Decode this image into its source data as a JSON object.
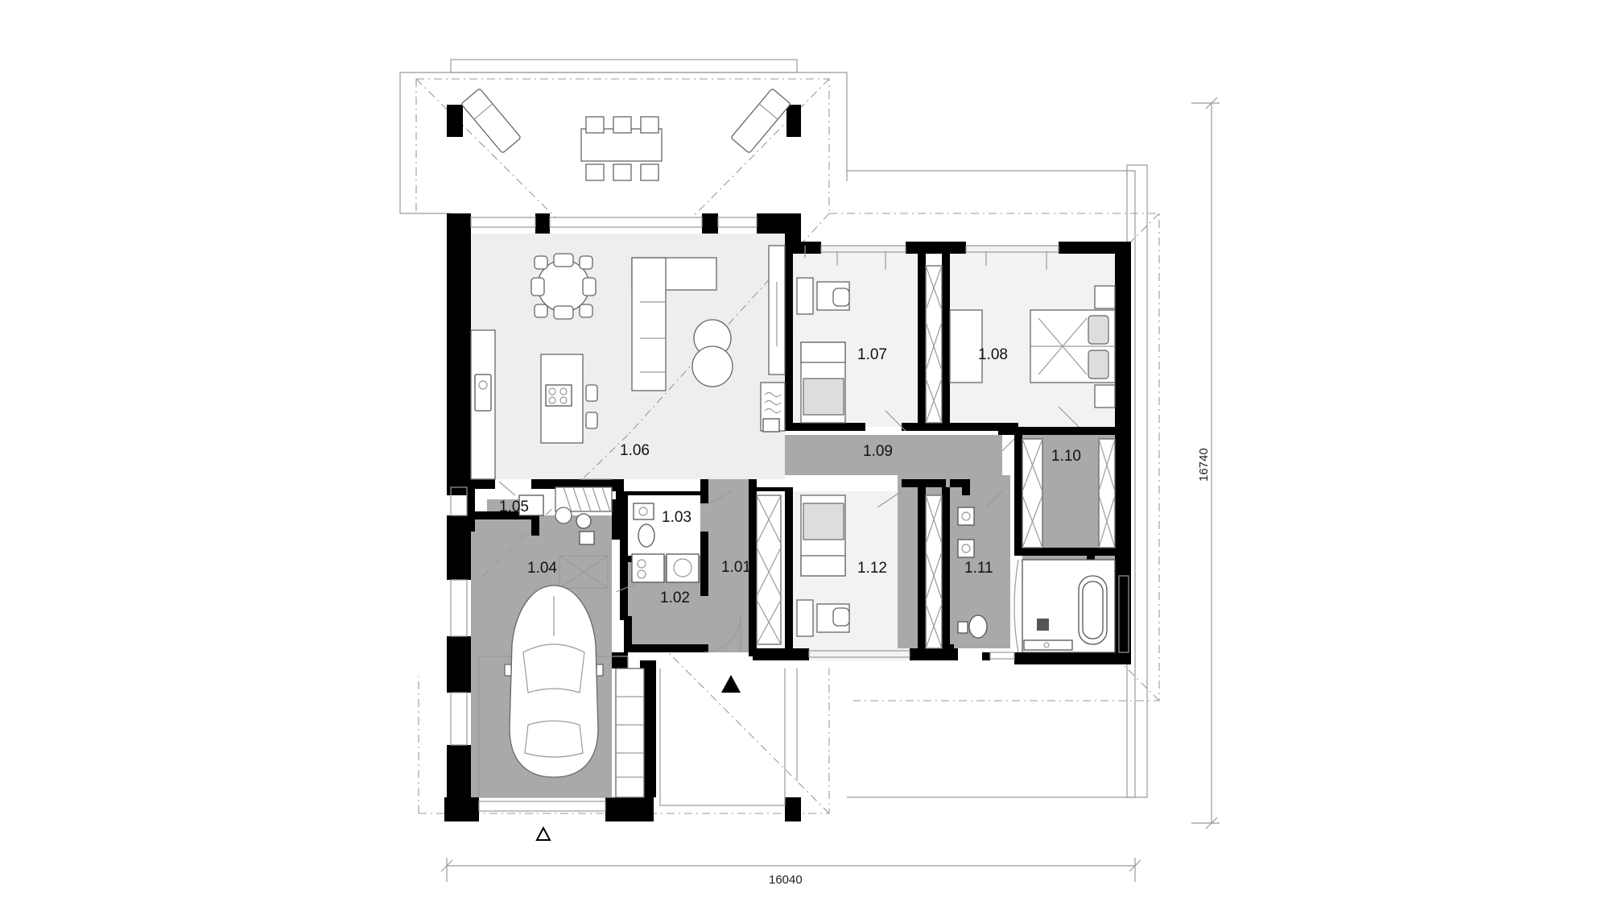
{
  "plan": {
    "rooms": [
      {
        "id": "1.01"
      },
      {
        "id": "1.02"
      },
      {
        "id": "1.03"
      },
      {
        "id": "1.04"
      },
      {
        "id": "1.05"
      },
      {
        "id": "1.06"
      },
      {
        "id": "1.07"
      },
      {
        "id": "1.08"
      },
      {
        "id": "1.09"
      },
      {
        "id": "1.10"
      },
      {
        "id": "1.11"
      },
      {
        "id": "1.12"
      }
    ],
    "dimensions": {
      "width": "16040",
      "depth": "16740"
    },
    "colors": {
      "wall": "#000000",
      "light_floor": "#eeeeee",
      "dark_floor": "#a9a9a9",
      "outline": "#9a9a9a"
    }
  }
}
